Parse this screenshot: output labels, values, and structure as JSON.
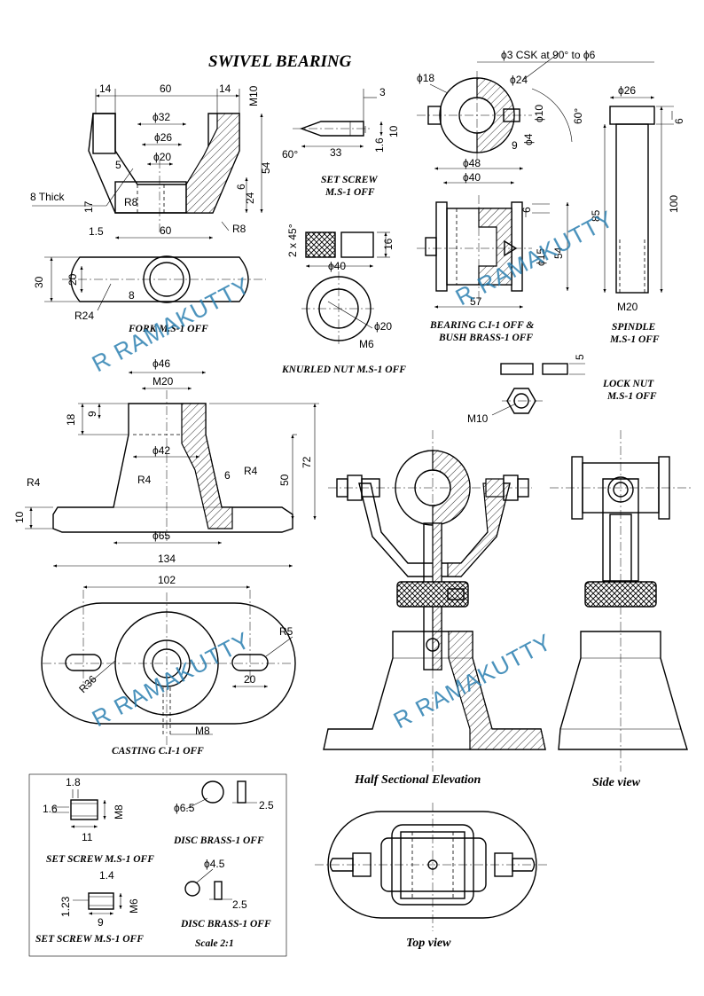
{
  "title": "SWIVEL BEARING",
  "watermark": "R RAMAKUTTY",
  "captions": {
    "fork": "FORK M.S-1 OFF",
    "set_screw_top": "SET SCREW",
    "set_screw_top_2": "M.S-1 OFF",
    "knurled_nut": "KNURLED NUT M.S-1 OFF",
    "bearing": "BEARING C.I-1 OFF &",
    "bearing_2": "BUSH BRASS-1 OFF",
    "spindle": "SPINDLE",
    "spindle_2": "M.S-1 OFF",
    "lock_nut": "LOCK NUT",
    "lock_nut_2": "M.S-1 OFF",
    "casting": "CASTING C.I-1 OFF",
    "half_section": "Half Sectional Elevation",
    "side_view": "Side view",
    "top_view": "Top view",
    "set_screw_a": "SET SCREW M.S-1 OFF",
    "set_screw_b": "SET SCREW M.S-1 OFF",
    "disc_a": "DISC BRASS-1 OFF",
    "disc_b": "DISC BRASS-1 OFF",
    "scale": "Scale 2:1"
  },
  "fork_dims": {
    "d14a": "14",
    "d60": "60",
    "d14b": "14",
    "m10": "M10",
    "d32": "ϕ32",
    "d26": "ϕ26",
    "d20": "ϕ20",
    "d5": "5",
    "thick": "8 Thick",
    "r8a": "R8",
    "d17": "17",
    "d6": "6",
    "d24": "24",
    "d54": "54",
    "d15": "1.5",
    "d60b": "60",
    "r8b": "R8",
    "d30": "30",
    "d20b": "20",
    "d8": "8",
    "r24": "R24"
  },
  "set_screw_dims": {
    "d3": "3",
    "d10": "10",
    "d60deg": "60°",
    "d33": "33",
    "d16": "1.6"
  },
  "knurled_nut_dims": {
    "chamfer": "2 x 45°",
    "d16": "16",
    "d40": "ϕ40",
    "d20": "ϕ20",
    "m6": "M6"
  },
  "bearing_dims": {
    "csk": "ϕ3 CSK at 90° to ϕ6",
    "d18": "ϕ18",
    "d24": "ϕ24",
    "d10": "ϕ10",
    "d60deg": "60°",
    "d4": "ϕ4",
    "d9": "9",
    "d48": "ϕ48",
    "d40": "ϕ40",
    "d6": "6",
    "d15": "ϕ15",
    "d54": "54",
    "d57": "57"
  },
  "spindle_dims": {
    "d26": "ϕ26",
    "d6": "6",
    "d85": "85",
    "d100": "100",
    "m20": "M20"
  },
  "lock_nut_dims": {
    "d5": "5",
    "m10": "M10"
  },
  "casting_dims": {
    "d46": "ϕ46",
    "m20": "M20",
    "d18": "18",
    "d9": "9",
    "d42": "ϕ42",
    "r4a": "R4",
    "r4b": "R4",
    "d6": "6",
    "r4c": "R4",
    "d50": "50",
    "d72": "72",
    "d10": "10",
    "d65": "ϕ65",
    "d134": "134",
    "d102": "102",
    "r5": "R5",
    "r36": "R36",
    "d20": "20",
    "m8": "M8"
  },
  "small_parts_dims": {
    "d18": "1.8",
    "d16": "1.6",
    "m8": "M8",
    "d11": "11",
    "d65": "ϕ6.5",
    "d25a": "2.5",
    "d45": "ϕ4.5",
    "d14": "1.4",
    "d123": "1.23",
    "m6": "M6",
    "d9": "9",
    "d25b": "2.5"
  }
}
